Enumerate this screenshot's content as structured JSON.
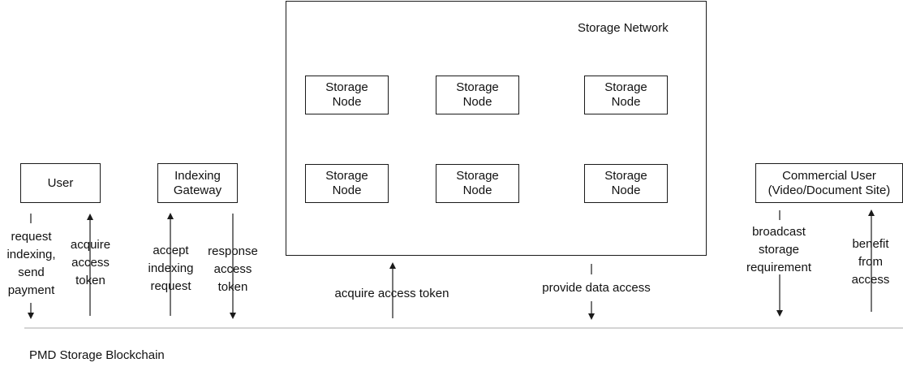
{
  "storage_network": {
    "title": "Storage Network",
    "nodes": [
      "Storage\nNode",
      "Storage\nNode",
      "Storage\nNode",
      "Storage\nNode",
      "Storage\nNode",
      "Storage\nNode"
    ]
  },
  "actors": {
    "user": "User",
    "indexing_gateway": "Indexing\nGateway",
    "commercial_user": "Commercial User\n(Video/Document Site)"
  },
  "flows": {
    "user_request": "request\nindexing,\nsend\npayment",
    "user_acquire": "acquire\naccess\ntoken",
    "gateway_accept": "accept\nindexing\nrequest",
    "gateway_response": "response\naccess\ntoken",
    "network_acquire": "acquire access token",
    "network_provide": "provide data access",
    "commercial_broadcast": "broadcast\nstorage\nrequirement",
    "commercial_benefit": "benefit\nfrom\naccess"
  },
  "blockchain": {
    "label": "PMD Storage Blockchain"
  },
  "colors": {
    "line": "#1a1a1a",
    "divider": "#aaaaaa"
  }
}
